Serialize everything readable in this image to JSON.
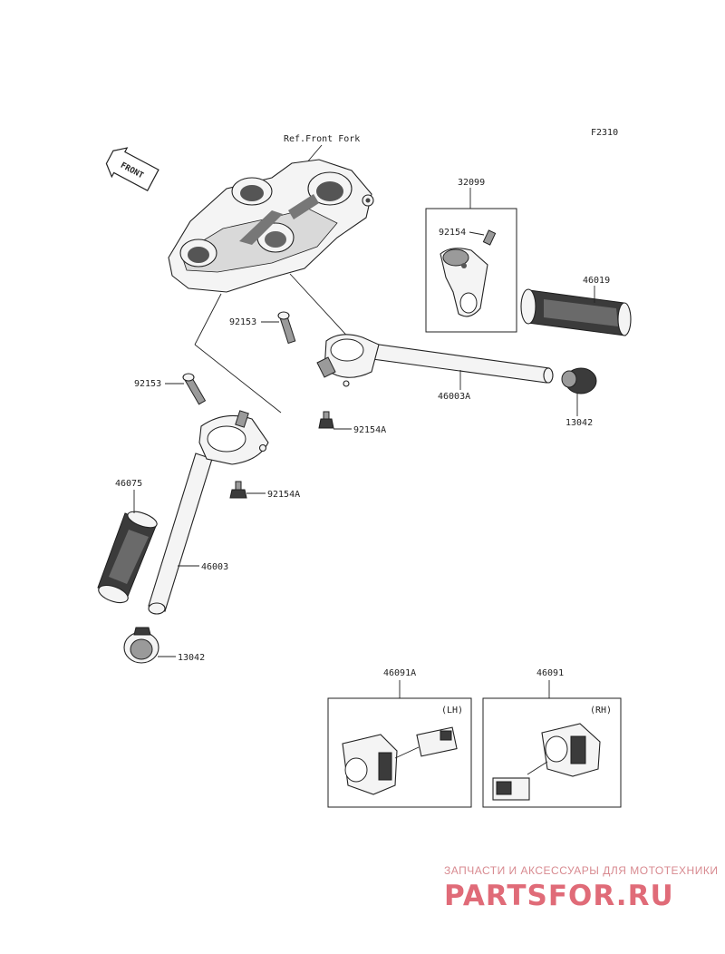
{
  "diagram": {
    "code": "F2310",
    "front_arrow": "FRONT",
    "ref_label": "Ref.Front Fork",
    "parts": {
      "p32099": "32099",
      "p92154": "92154",
      "p46019": "46019",
      "p92153_a": "92153",
      "p92153_b": "92153",
      "p46003A": "46003A",
      "p13042_a": "13042",
      "p92154A_a": "92154A",
      "p92154A_b": "92154A",
      "p46075": "46075",
      "p46003": "46003",
      "p13042_b": "13042",
      "p46091A": "46091A",
      "p46091": "46091"
    },
    "lh": "(LH)",
    "rh": "(RH)"
  },
  "watermark": {
    "tagline": "ЗАПЧАСТИ И АКСЕССУАРЫ ДЛЯ МОТОТЕХНИКИ",
    "brand": "PARTSFOR.RU"
  }
}
